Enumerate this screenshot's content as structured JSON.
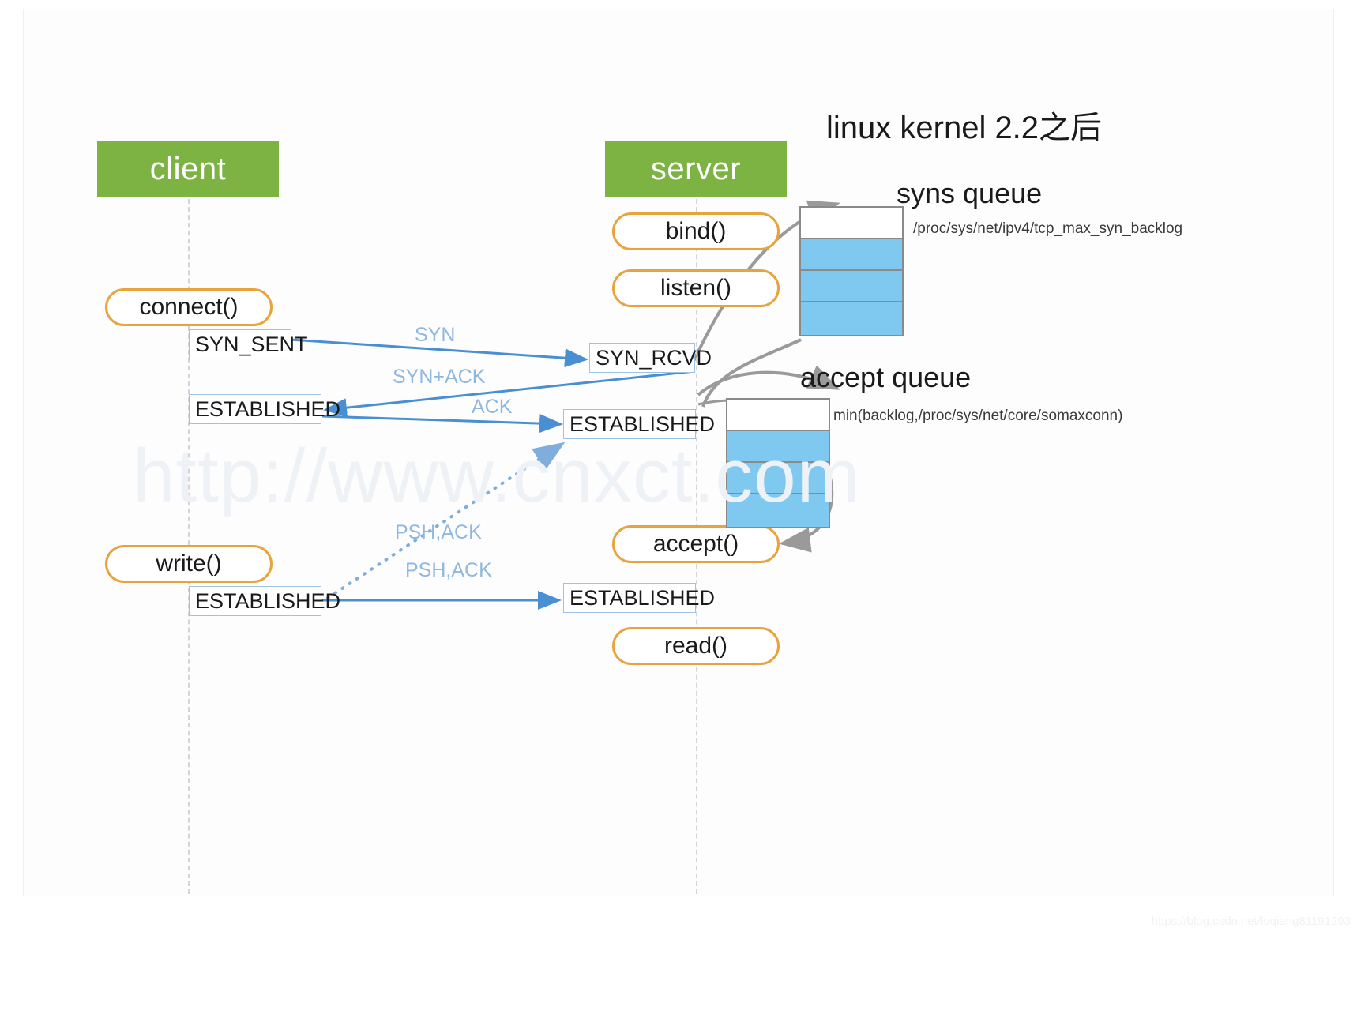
{
  "heading": "linux  kernel 2.2之后",
  "roles": {
    "client": "client",
    "server": "server"
  },
  "client_calls": [
    {
      "label": "connect()"
    },
    {
      "label": "write()"
    }
  ],
  "server_calls": [
    {
      "label": "bind()"
    },
    {
      "label": "listen()"
    },
    {
      "label": "accept()"
    },
    {
      "label": "read()"
    }
  ],
  "client_states": [
    {
      "label": "SYN_SENT"
    },
    {
      "label": "ESTABLISHED"
    },
    {
      "label": "ESTABLISHED"
    }
  ],
  "server_states": [
    {
      "label": "SYN_RCVD"
    },
    {
      "label": "ESTABLISHED"
    },
    {
      "label": "ESTABLISHED"
    }
  ],
  "packets": [
    {
      "label": "SYN"
    },
    {
      "label": "SYN+ACK"
    },
    {
      "label": "ACK"
    },
    {
      "label": "PSH,ACK"
    },
    {
      "label": "PSH,ACK"
    }
  ],
  "queues": [
    {
      "title": "syns queue",
      "note": "/proc/sys/net/ipv4/tcp_max_syn_backlog",
      "cells": [
        "empty",
        "filled",
        "filled",
        "filled"
      ]
    },
    {
      "title": "accept queue",
      "note": "min(backlog,/proc/sys/net/core/somaxconn)",
      "cells": [
        "empty",
        "filled",
        "filled",
        "filled"
      ]
    }
  ],
  "watermarks": {
    "main": "http://www.cnxct.com",
    "footer": "https://blog.csdn.net/luqiang81191293"
  },
  "colors": {
    "role_banner": "#7CB342",
    "pill_border": "#E8A33D",
    "state_border": "#9CC3E5",
    "arrow": "#4A8FD4",
    "queue_fill": "#7FC9F0",
    "queue_border": "#8A8A8A",
    "lifeline": "#D4D4D4"
  }
}
